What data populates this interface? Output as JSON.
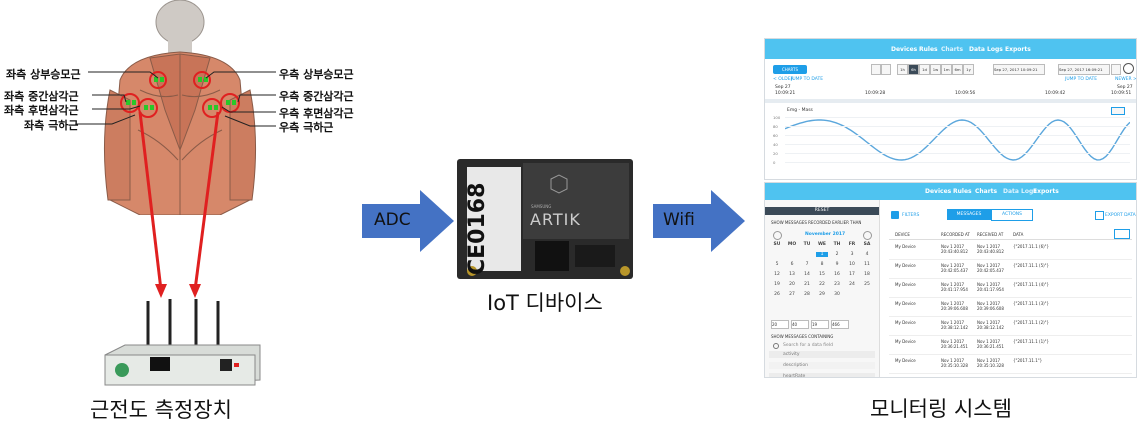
{
  "figure": {
    "left_labels": [
      "좌측 상부승모근",
      "좌측 중간삼각근",
      "좌측 후면삼각근",
      "좌측 극하근"
    ],
    "right_labels": [
      "우측 상부승모근",
      "우측 중간삼각근",
      "우측 후면삼각근",
      "우측 극하근"
    ],
    "device_caption": "근전도 측정장치",
    "iot_caption": "IoT 디바이스",
    "monitor_caption": "모니터링 시스템",
    "arrow1": "ADC",
    "arrow2": "Wifi",
    "chip": {
      "brand": "ARTIK",
      "cert": "CE0168",
      "small": "SAMSUNG"
    }
  },
  "screen1": {
    "nav": [
      "Devices",
      "Rules",
      "Charts",
      "Data Logs",
      "Exports"
    ],
    "charts_button": "CHARTS",
    "ranges": [
      "1h",
      "6h",
      "1d",
      "1w",
      "1m",
      "6m",
      "1y"
    ],
    "date_from": "Sep 27, 2017 10:09:21",
    "date_to": "Sep 27, 2017 16:09:21",
    "older": "< OLDER",
    "jump1": "JUMP TO DATE",
    "jump2": "JUMP TO DATE",
    "newer": "NEWER >",
    "axis_left": "Sep 27",
    "axis_right": "Sep 27",
    "times": [
      "10:09:21",
      "10:09:28",
      "10:09:56",
      "10:09:42",
      "10:09:51"
    ],
    "series": "Emg - Mass",
    "yticks": [
      "100",
      "80",
      "60",
      "40",
      "20",
      "0"
    ]
  },
  "screen2": {
    "nav": [
      "Devices",
      "Rules",
      "Charts",
      "Data Logs",
      "Exports"
    ],
    "reset": "RESET",
    "earlier": "SHOW MESSAGES RECORDED EARLIER THAN",
    "month": "November 2017",
    "weekdays": [
      "SU",
      "MO",
      "TU",
      "WE",
      "TH",
      "FR",
      "SA"
    ],
    "days": [
      [
        "",
        "",
        "",
        "1",
        "2",
        "3",
        "4"
      ],
      [
        "5",
        "6",
        "7",
        "8",
        "9",
        "10",
        "11"
      ],
      [
        "12",
        "13",
        "14",
        "15",
        "16",
        "17",
        "18"
      ],
      [
        "19",
        "20",
        "21",
        "22",
        "23",
        "24",
        "25"
      ],
      [
        "26",
        "27",
        "28",
        "29",
        "30",
        "",
        ""
      ]
    ],
    "time_fields": [
      "20",
      "40",
      "19",
      "466"
    ],
    "containing": "SHOW MESSAGES CONTAINING",
    "search_placeholder": "Search for a data field",
    "fields": [
      "activity",
      "description",
      "heartRate"
    ],
    "filters": "FILTERS",
    "tabs": [
      "MESSAGES",
      "ACTIONS"
    ],
    "export": "EXPORT DATA",
    "columns": [
      "DEVICE",
      "RECORDED AT",
      "RECEIVED AT",
      "DATA"
    ],
    "rows": [
      [
        "My Device",
        "Nov 1 2017 20:43:40.812",
        "Nov 1 2017 20:43:40.812",
        "{\"2017.11.1 (6)\"}"
      ],
      [
        "My Device",
        "Nov 1 2017 20:42:05.437",
        "Nov 1 2017 20:42:05.437",
        "{\"2017.11.1 (5)\"}"
      ],
      [
        "My Device",
        "Nov 1 2017 20:41:17.954",
        "Nov 1 2017 20:41:17.954",
        "{\"2017.11.1 (4)\"}"
      ],
      [
        "My Device",
        "Nov 1 2017 20:39:06.608",
        "Nov 1 2017 20:39:06.608",
        "{\"2017.11.1 (3)\"}"
      ],
      [
        "My Device",
        "Nov 1 2017 20:38:12.142",
        "Nov 1 2017 20:38:12.142",
        "{\"2017.11.1 (2)\"}"
      ],
      [
        "My Device",
        "Nov 1 2017 20:36:21.451",
        "Nov 1 2017 20:36:21.451",
        "{\"2017.11.1 (1)\"}"
      ],
      [
        "My Device",
        "Nov 1 2017 20:35:10.328",
        "Nov 1 2017 20:35:10.328",
        "{\"2017.11.1\"}"
      ]
    ]
  }
}
